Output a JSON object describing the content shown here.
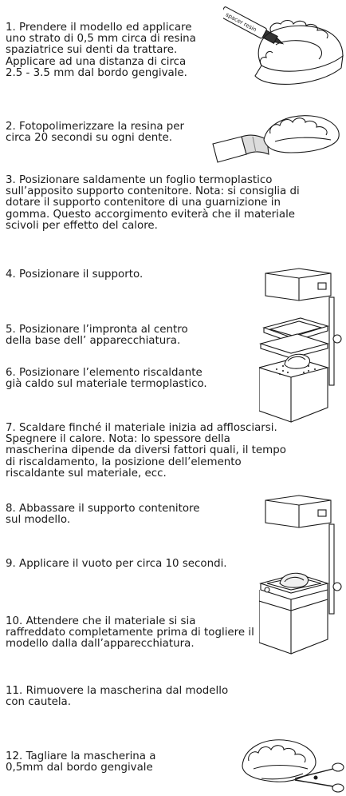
{
  "pen_label": "spacer resin",
  "steps": [
    {
      "n": "1.",
      "text": "Prendere il modello ed applicare uno strato di 0,5 mm circa di resina spaziatrice sui denti da trattare. Applicare ad una distanza di circa 2.5 - 3.5 mm dal bordo gengivale."
    },
    {
      "n": "2.",
      "text": "Fotopolimerizzare la resina per circa 20 secondi su ogni dente."
    },
    {
      "n": "3.",
      "text": "Posizionare saldamente un foglio termoplastico sull’apposito supporto contenitore. Nota: si consiglia di dotare il supporto contenitore di una guarnizione in gomma. Questo accorgimento eviterà che il materiale scivoli per effetto del calore."
    },
    {
      "n": "4.",
      "text": "Posizionare il supporto."
    },
    {
      "n": "5.",
      "text": "Posizionare l’impronta al centro della base dell’ apparecchiatura."
    },
    {
      "n": "6.",
      "text": "Posizionare l’elemento riscaldante già caldo sul materiale termoplastico."
    },
    {
      "n": "7.",
      "text": "Scaldare finché il materiale inizia ad afflosciarsi. Spegnere il calore. Nota: lo spessore della mascherina dipende da diversi fattori quali, il tempo di riscaldamento, la posizione dell’elemento riscaldante sul materiale, ecc."
    },
    {
      "n": "8.",
      "text": "Abbassare il supporto contenitore sul modello."
    },
    {
      "n": "9.",
      "text": "Applicare il vuoto per circa 10 secondi."
    },
    {
      "n": "10.",
      "text": "Attendere che il materiale si sia raffreddato completamente prima di togliere il modello dalla dall’apparecchiatura."
    },
    {
      "n": "11.",
      "text": "Rimuovere la mascherina dal modello con cautela."
    },
    {
      "n": "12.",
      "text": "Tagliare la mascherina a 0,5mm dal bordo gengivale"
    }
  ]
}
